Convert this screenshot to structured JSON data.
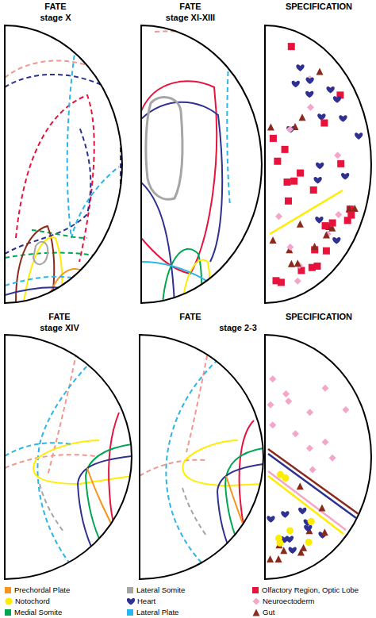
{
  "diagram": {
    "labels": [
      "FATE",
      "stage X",
      "FATE",
      "stage XI-XIII",
      "SPECIFICATION",
      "FATE",
      "stage XIV",
      "FATE",
      "stage 2-3",
      "SPECIFICATION"
    ],
    "legend": [
      {
        "text": "Prechordal Plate",
        "color": "#f7941d"
      },
      {
        "text": "Lateral Somite",
        "color": "#a6a6a6"
      },
      {
        "text": "Olfactory Region, Optic Lobe",
        "color": "#e8123c"
      },
      {
        "text": "Notochord",
        "color": "#ffed00"
      },
      {
        "text": "Heart"
      },
      {
        "text": "Neuroectoderm"
      },
      {
        "text": "Medial Somite",
        "color": "#00a651"
      },
      {
        "text": "Lateral Plate",
        "color": "#29b6e8"
      },
      {
        "text": "Gut"
      }
    ]
  }
}
